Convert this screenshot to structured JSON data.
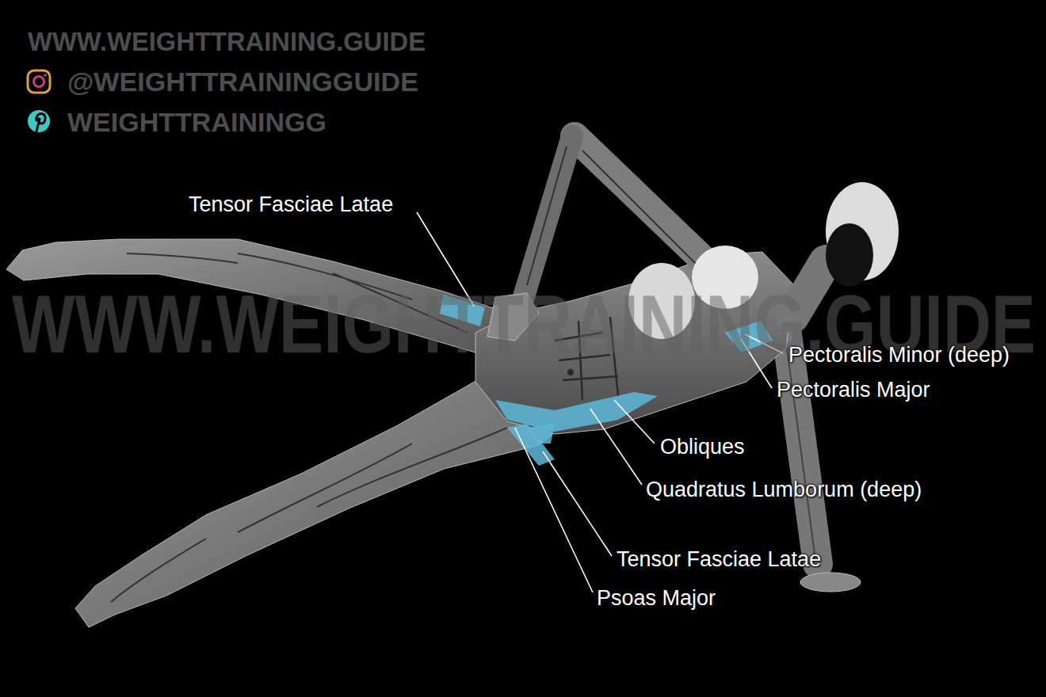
{
  "diagram": {
    "labels": [
      "WWW.WEIGHTTRAINING.GUIDE",
      "@WEIGHTTRAININGGUIDE",
      "WEIGHTTRAININGG",
      "WWW.WEIGHTTRAINING.GUIDE",
      "Tensor Fasciae Latae",
      "Pectoralis Minor (deep)",
      "Pectoralis Major",
      "Obliques",
      "Quadratus Lumborum (deep)",
      "Tensor Fasciae Latae",
      "Psoas Major"
    ]
  }
}
